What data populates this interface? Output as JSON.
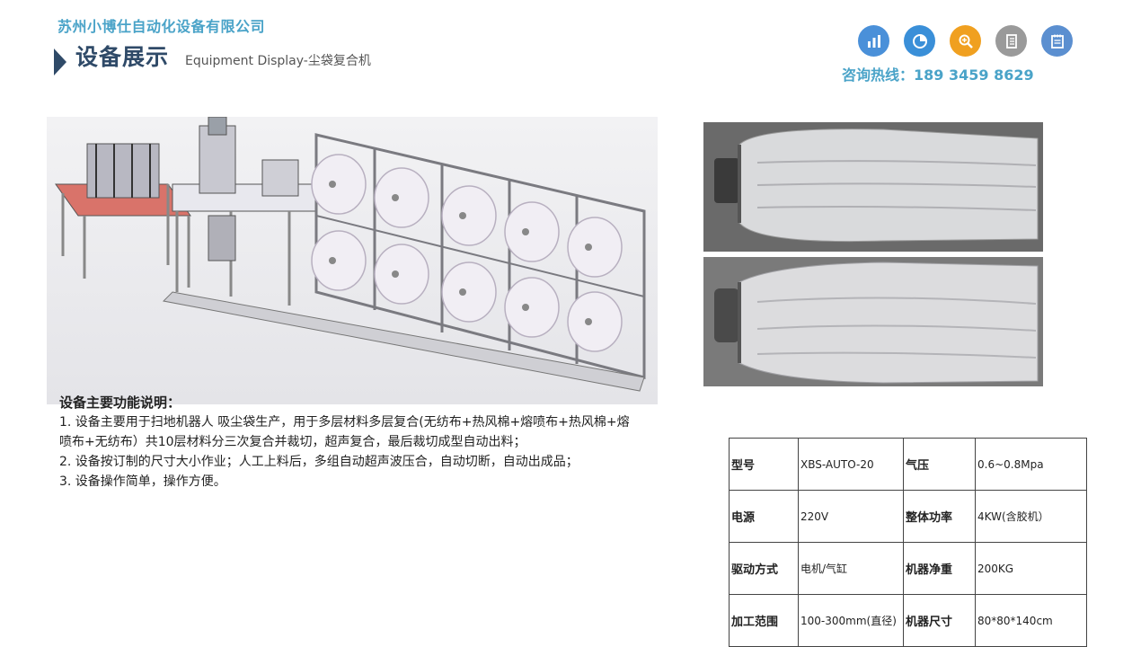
{
  "header": {
    "company": "苏州小博仕自动化设备有限公司",
    "title_cn": "设备展示",
    "title_en": "Equipment Display-尘袋复合机",
    "hotline": "咨询热线：189 3459 8629"
  },
  "icons": [
    {
      "name": "bar-chart-icon",
      "color": "#4a90d9"
    },
    {
      "name": "pie-chart-icon",
      "color": "#3a8fd8"
    },
    {
      "name": "zoom-in-icon",
      "color": "#f0a020"
    },
    {
      "name": "notebook-icon",
      "color": "#9a9a9a"
    },
    {
      "name": "notepad-icon",
      "color": "#5b8fd0"
    }
  ],
  "description": {
    "title": "设备主要功能说明：",
    "items": [
      "1. 设备主要用于扫地机器人 吸尘袋生产，用于多层材料多层复合(无纺布+热风棉+熔喷布+热风棉+熔喷布+无纺布）共10层材料分三次复合并裁切，超声复合，最后裁切成型自动出料；",
      "2. 设备按订制的尺寸大小作业；人工上料后，多组自动超声波压合，自动切断，自动出成品；",
      "3. 设备操作简单，操作方便。"
    ]
  },
  "specs": [
    {
      "k1": "型号",
      "v1": "XBS-AUTO-20",
      "k2": "气压",
      "v2": "0.6~0.8Mpa"
    },
    {
      "k1": "电源",
      "v1": "220V",
      "k2": "整体功率",
      "v2": "4KW(含胶机）"
    },
    {
      "k1": "驱动方式",
      "v1": "电机/气缸",
      "k2": "机器净重",
      "v2": "200KG"
    },
    {
      "k1": "加工范围",
      "v1": "100-300mm(直径)",
      "k2": "机器尺寸",
      "v2": "80*80*140cm"
    }
  ]
}
